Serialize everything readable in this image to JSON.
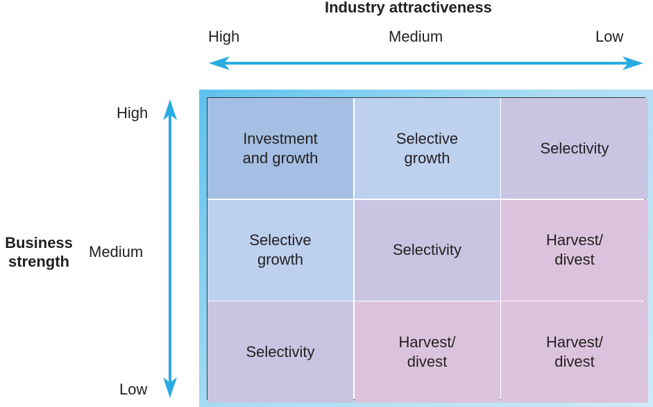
{
  "header": {
    "title": "Industry attractiveness"
  },
  "x_axis": {
    "ticks": [
      "High",
      "Medium",
      "Low"
    ]
  },
  "y_axis": {
    "label": "Business\nstrength",
    "ticks": [
      "High",
      "Medium",
      "Low"
    ]
  },
  "matrix": {
    "rows": [
      [
        {
          "text": "Investment\nand growth",
          "color": "#a4bfe3"
        },
        {
          "text": "Selective\ngrowth",
          "color": "#bdd0ee"
        },
        {
          "text": "Selectivity",
          "color": "#c8c4e2"
        }
      ],
      [
        {
          "text": "Selective\ngrowth",
          "color": "#bdd0ee"
        },
        {
          "text": "Selectivity",
          "color": "#c8c4e2"
        },
        {
          "text": "Harvest/\ndivest",
          "color": "#dcc3dd"
        }
      ],
      [
        {
          "text": "Selectivity",
          "color": "#c8c4e2"
        },
        {
          "text": "Harvest/\ndivest",
          "color": "#dcc3dd"
        },
        {
          "text": "Harvest/\ndivest",
          "color": "#dcc3dd"
        }
      ]
    ]
  },
  "colors": {
    "arrow": "#29abe2"
  }
}
